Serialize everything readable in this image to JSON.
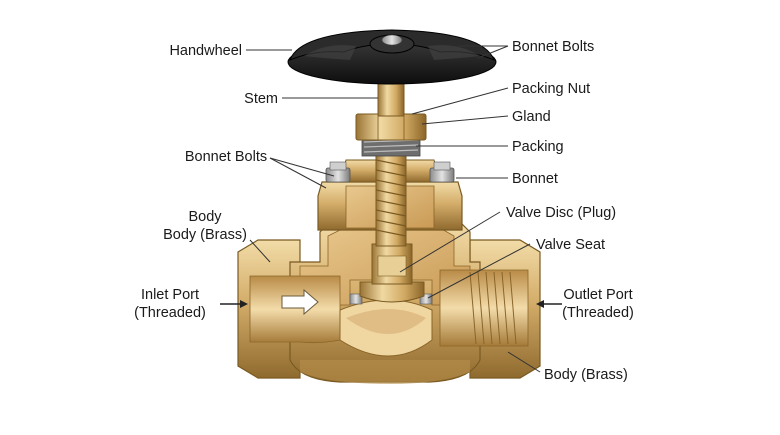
{
  "labels": {
    "handwheel": "Handwheel",
    "stem": "Stem",
    "bonnet_bolts_left": "Bonnet Bolts",
    "body_left_1": "Body",
    "body_left_2": "Body (Brass)",
    "inlet_port_1": "Inlet Port",
    "inlet_port_2": "(Threaded)",
    "bonnet_bolts_top": "Bonnet Bolts",
    "packing_nut": "Packing Nut",
    "gland": "Gland",
    "packing": "Packing",
    "bonnet": "Bonnet",
    "valve_disc": "Valve Disc (Plug)",
    "valve_seat": "Valve Seat",
    "outlet_port_1": "Outlet Port",
    "outlet_port_2": "(Threaded)",
    "body_brass_bottom": "Body (Brass)"
  },
  "colors": {
    "brass_light": "#e6c98d",
    "brass_mid": "#c9a25e",
    "brass_dark": "#8a6528",
    "cut_face": "#d9b277",
    "handwheel": "#1c1c1c",
    "leader_line": "#333333"
  },
  "icons": {
    "flow_arrow": "flow-arrow-icon",
    "inlet_arrow": "arrow-right-icon",
    "outlet_arrow": "arrow-left-icon"
  }
}
